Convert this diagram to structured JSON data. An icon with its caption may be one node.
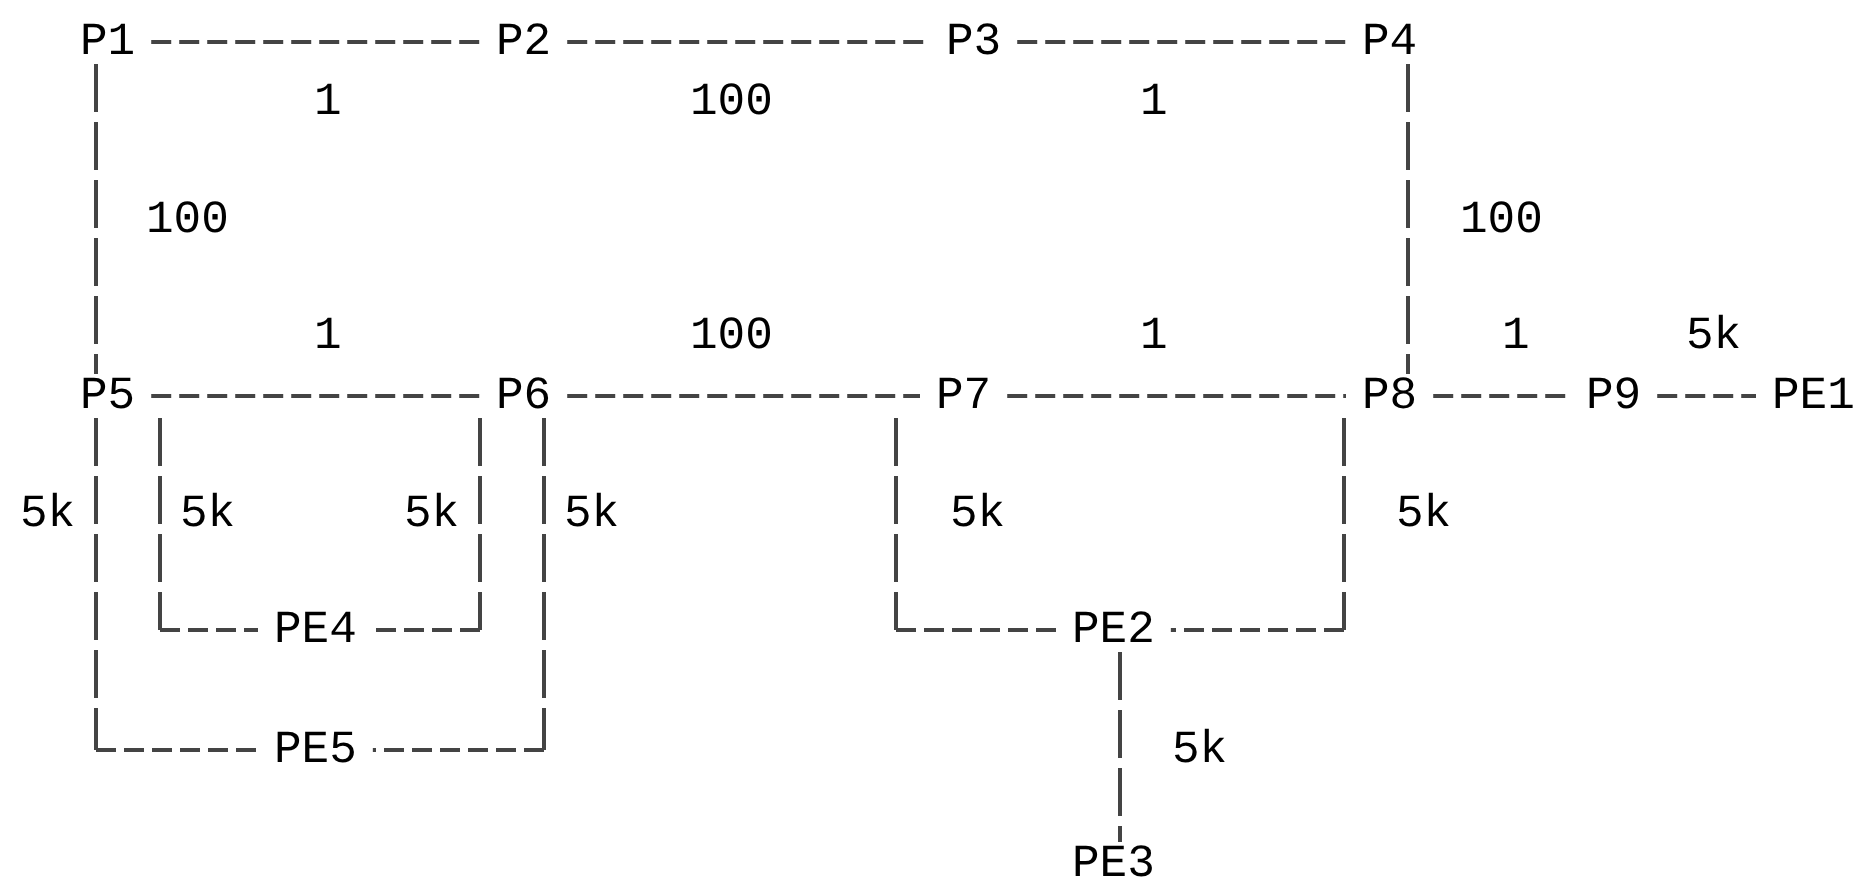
{
  "diagram": {
    "nodes": [
      {
        "text": [
          "P1"
        ]
      },
      {
        "text": [
          "P2"
        ]
      },
      {
        "text": [
          "P3"
        ]
      },
      {
        "text": [
          "P4"
        ]
      },
      {
        "text": [
          "P5"
        ]
      },
      {
        "text": [
          "P6"
        ]
      },
      {
        "text": [
          "P7"
        ]
      },
      {
        "text": [
          "P8"
        ]
      },
      {
        "text": [
          "P9"
        ]
      },
      {
        "text": [
          "PE1"
        ]
      },
      {
        "text": [
          "PE4"
        ]
      },
      {
        "text": [
          "PE2"
        ]
      },
      {
        "text": [
          "PE5"
        ]
      },
      {
        "text": [
          "PE3"
        ]
      }
    ],
    "edges": [
      {
        "from": 0,
        "to": 1,
        "arrow": "none",
        "label": "1"
      },
      {
        "from": 1,
        "to": 2,
        "arrow": "none",
        "label": "100"
      },
      {
        "from": 2,
        "to": 3,
        "arrow": "none",
        "label": "1"
      },
      {
        "from": 0,
        "to": 4,
        "arrow": "none",
        "label": "100"
      },
      {
        "from": 3,
        "to": 7,
        "arrow": "none",
        "label": "100"
      },
      {
        "from": 4,
        "to": 5,
        "arrow": "none",
        "label": "1"
      },
      {
        "from": 5,
        "to": 6,
        "arrow": "none",
        "label": "100"
      },
      {
        "from": 6,
        "to": 7,
        "arrow": "none",
        "label": "1"
      },
      {
        "from": 7,
        "to": 8,
        "arrow": "none",
        "label": "1"
      },
      {
        "from": 8,
        "to": 9,
        "arrow": "none",
        "label": "5k"
      },
      {
        "from": 4,
        "to": 12,
        "arrow": "none",
        "label": "5k"
      },
      {
        "from": 4,
        "to": 10,
        "arrow": "none",
        "label": "5k"
      },
      {
        "from": 5,
        "to": 10,
        "arrow": "none",
        "label": "5k"
      },
      {
        "from": 5,
        "to": 12,
        "arrow": "none",
        "label": "5k"
      },
      {
        "from": 6,
        "to": 11,
        "arrow": "none",
        "label": "5k"
      },
      {
        "from": 7,
        "to": 11,
        "arrow": "none",
        "label": "5k"
      },
      {
        "from": 11,
        "to": 13,
        "arrow": "none",
        "label": "5k"
      }
    ]
  }
}
